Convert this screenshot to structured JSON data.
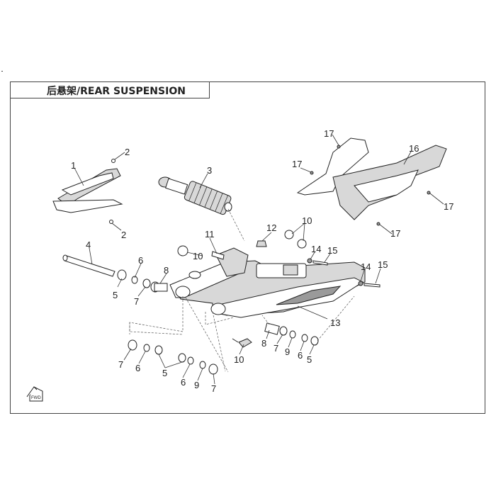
{
  "title": "后悬架/REAR SUSPENSION",
  "fwd_label": "FWD",
  "callouts": {
    "c1": "1",
    "c2a": "2",
    "c2b": "2",
    "c3": "3",
    "c4": "4",
    "c5a": "5",
    "c5b": "5",
    "c5c": "5",
    "c6a": "6",
    "c6b": "6",
    "c6c": "6",
    "c6d": "6",
    "c7a": "7",
    "c7b": "7",
    "c7c": "7",
    "c7d": "7",
    "c8a": "8",
    "c8b": "8",
    "c9a": "9",
    "c9b": "9",
    "c10a": "10",
    "c10b": "10",
    "c10c": "10",
    "c11": "11",
    "c12": "12",
    "c13": "13",
    "c14a": "14",
    "c14b": "14",
    "c15a": "15",
    "c15b": "15",
    "c16": "16",
    "c17a": "17",
    "c17b": "17",
    "c17c": "17",
    "c17d": "17"
  }
}
